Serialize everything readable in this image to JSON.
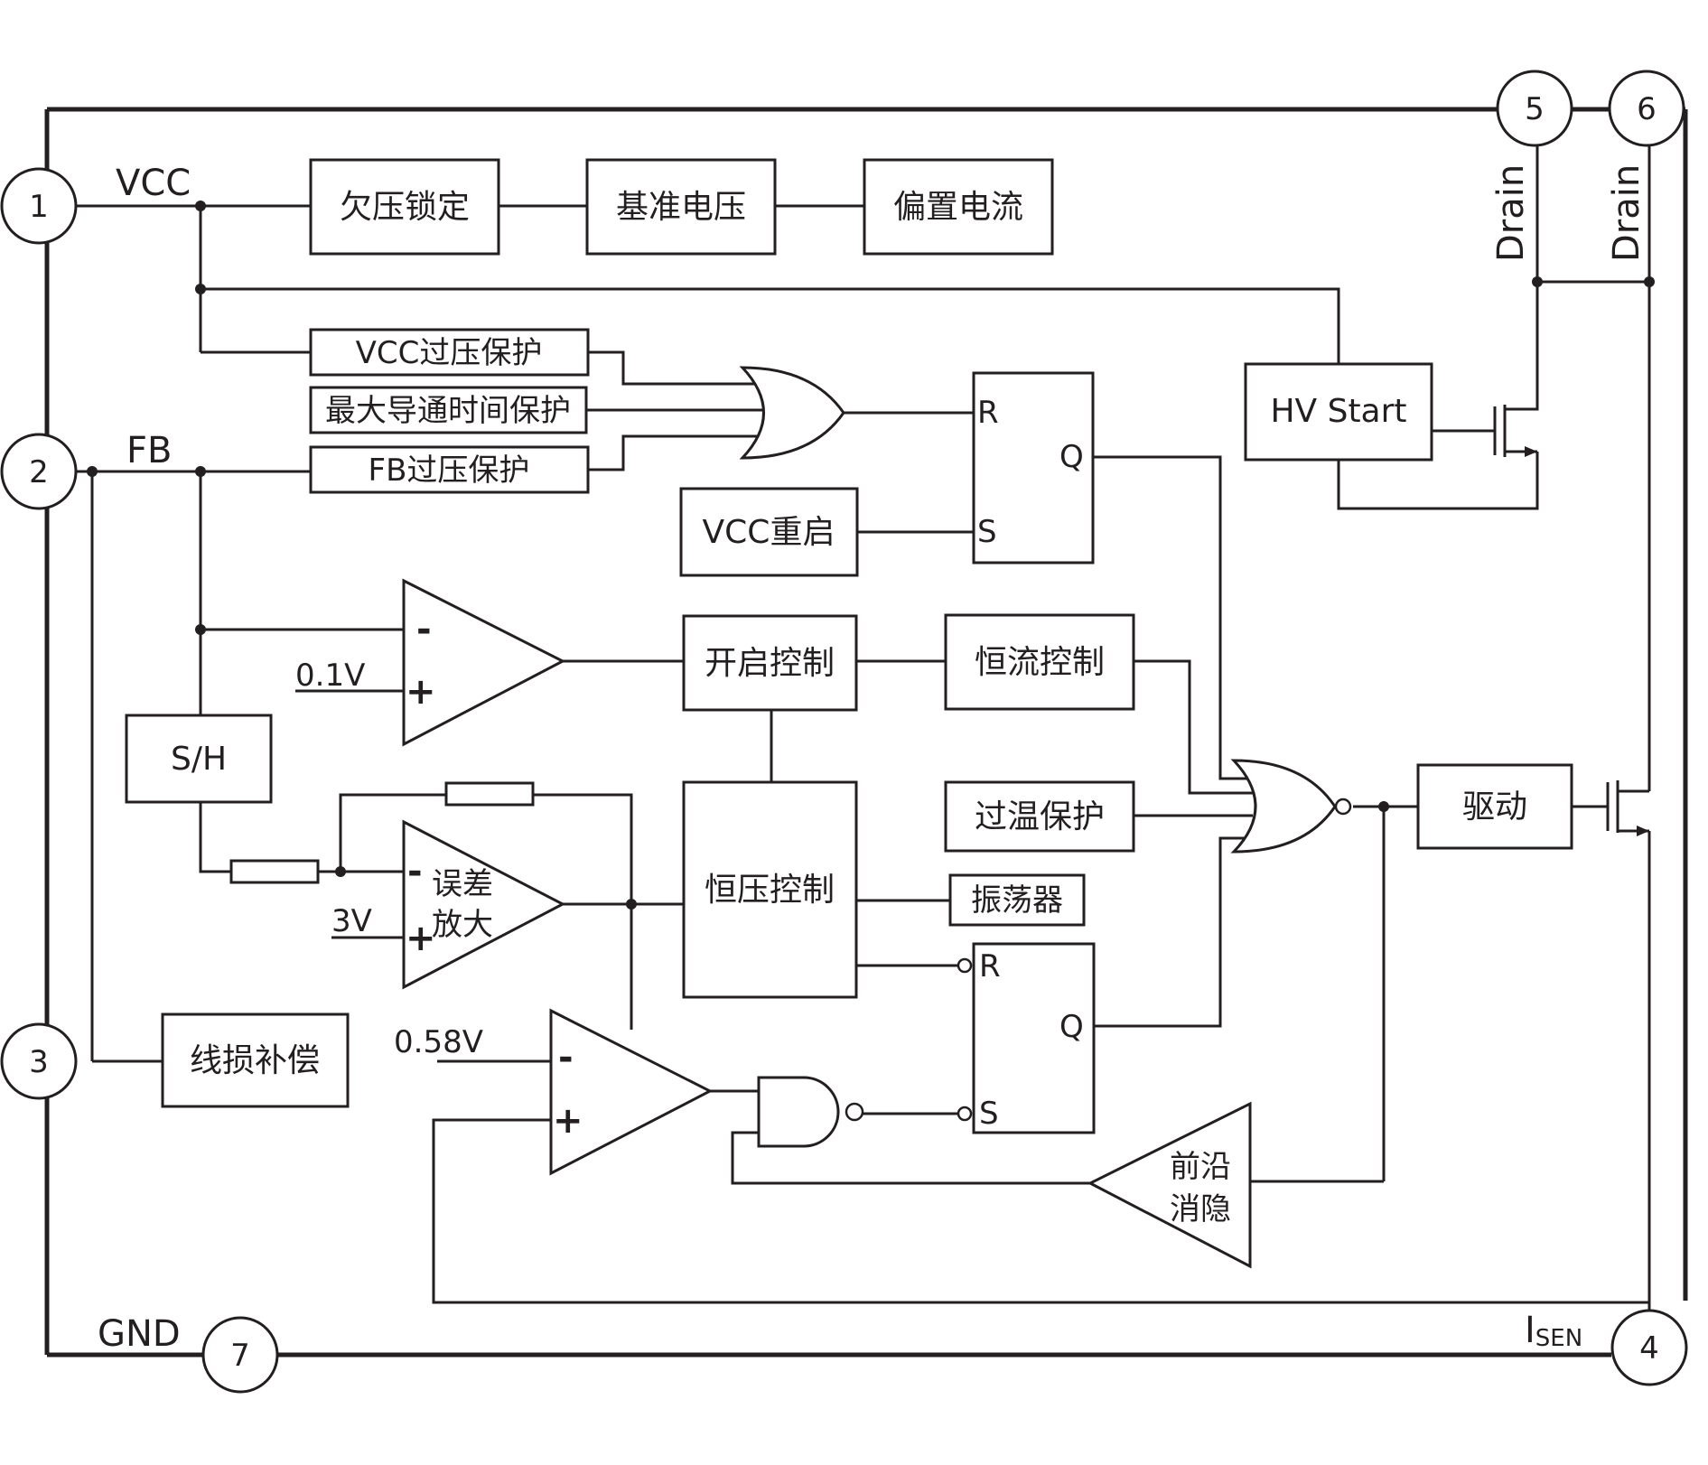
{
  "pins": {
    "p1": "1",
    "p2": "2",
    "p3": "3",
    "p4": "4",
    "p5": "5",
    "p6": "6",
    "p7": "7"
  },
  "pin_labels": {
    "vcc": "VCC",
    "fb": "FB",
    "gnd": "GND",
    "isen_main": "I",
    "isen_sub": "SEN",
    "drain5": "Drain",
    "drain6": "Drain"
  },
  "blocks": {
    "uvlo": "欠压锁定",
    "vref": "基准电压",
    "bias": "偏置电流",
    "vcc_ovp": "VCC过压保护",
    "max_on": "最大导通时间保护",
    "fb_ovp": "FB过压保护",
    "vcc_restart": "VCC重启",
    "hv_start": "HV Start",
    "sh": "S/H",
    "start_ctrl": "开启控制",
    "cc_ctrl": "恒流控制",
    "otp": "过温保护",
    "driver": "驱动",
    "cv_ctrl": "恒压控制",
    "osc": "振荡器",
    "line_comp": "线损补偿",
    "leb_1": "前沿",
    "leb_2": "消隐",
    "ea_1": "误差",
    "ea_2": "放大"
  },
  "latch_labels": {
    "r": "R",
    "s": "S",
    "q": "Q"
  },
  "references": {
    "v01": "0.1V",
    "v3": "3V",
    "v058": "0.58V"
  },
  "signs": {
    "minus": "-",
    "plus": "+"
  }
}
